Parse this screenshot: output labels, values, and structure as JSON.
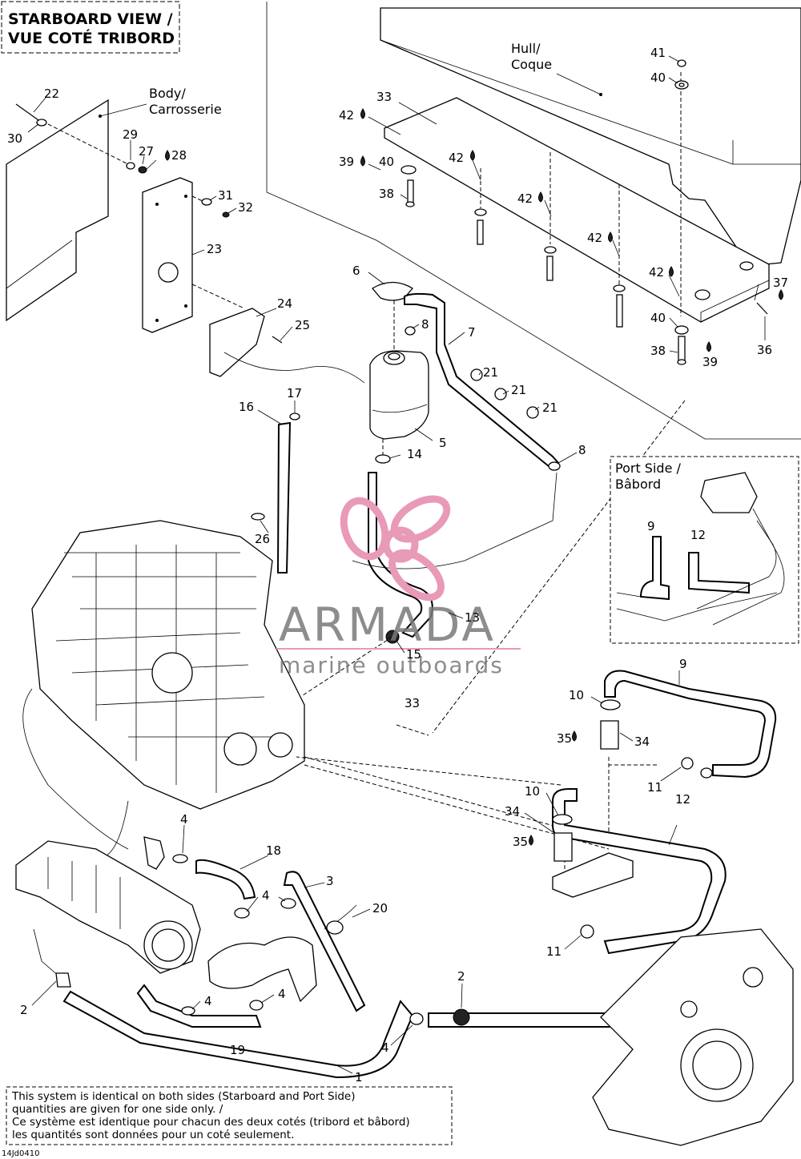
{
  "title": {
    "line1": "STARBOARD VIEW /",
    "line2": "VUE COTÉ TRIBORD"
  },
  "labels": {
    "hull_line1": "Hull/",
    "hull_line2": "Coque",
    "body_line1": "Body/",
    "body_line2": "Carrosserie",
    "port_line1": "Port Side /",
    "port_line2": "Bâbord"
  },
  "watermark": {
    "brand": "ARMADA",
    "tagline": "marine outboards",
    "logo_color": "#e89ab8",
    "text_color": "#7a7a7a"
  },
  "note": {
    "line1": "This system is identical on both sides (Starboard and Port Side)",
    "line2": "quantities are given for one side only. /",
    "line3": "Ce système est identique pour chacun des deux cotés (tribord et bâbord)",
    "line4": "les quantités sont données pour un coté seulement."
  },
  "drawing_code": "14Jd0410",
  "callouts": {
    "c41": "41",
    "c40a": "40",
    "c33a": "33",
    "c42a": "42",
    "c42b": "42",
    "c39a": "39",
    "c40b": "40",
    "c38a": "38",
    "c42c": "42",
    "c42d": "42",
    "c42e": "42",
    "c37": "37",
    "c40c": "40",
    "c38b": "38",
    "c39b": "39",
    "c36": "36",
    "c22": "22",
    "c30": "30",
    "c29": "29",
    "c27": "27",
    "c28": "28",
    "c31": "31",
    "c32": "32",
    "c23": "23",
    "c24": "24",
    "c25": "25",
    "c6": "6",
    "c8a": "8",
    "c7": "7",
    "c21a": "21",
    "c21b": "21",
    "c21c": "21",
    "c5": "5",
    "c14": "14",
    "c8b": "8",
    "c16": "16",
    "c17": "17",
    "c26": "26",
    "c13": "13",
    "c15": "15",
    "c33b": "33",
    "c9a": "9",
    "c12a": "12",
    "c9b": "9",
    "c10a": "10",
    "c35a": "35",
    "c34a": "34",
    "c11a": "11",
    "c12b": "12",
    "c10b": "10",
    "c34b": "34",
    "c35b": "35",
    "c11b": "11",
    "c4a": "4",
    "c18": "18",
    "c3": "3",
    "c20": "20",
    "c4b": "4",
    "c4c": "4",
    "c4d": "4",
    "c2a": "2",
    "c2b": "2",
    "c4e": "4",
    "c19": "19",
    "c1": "1"
  }
}
